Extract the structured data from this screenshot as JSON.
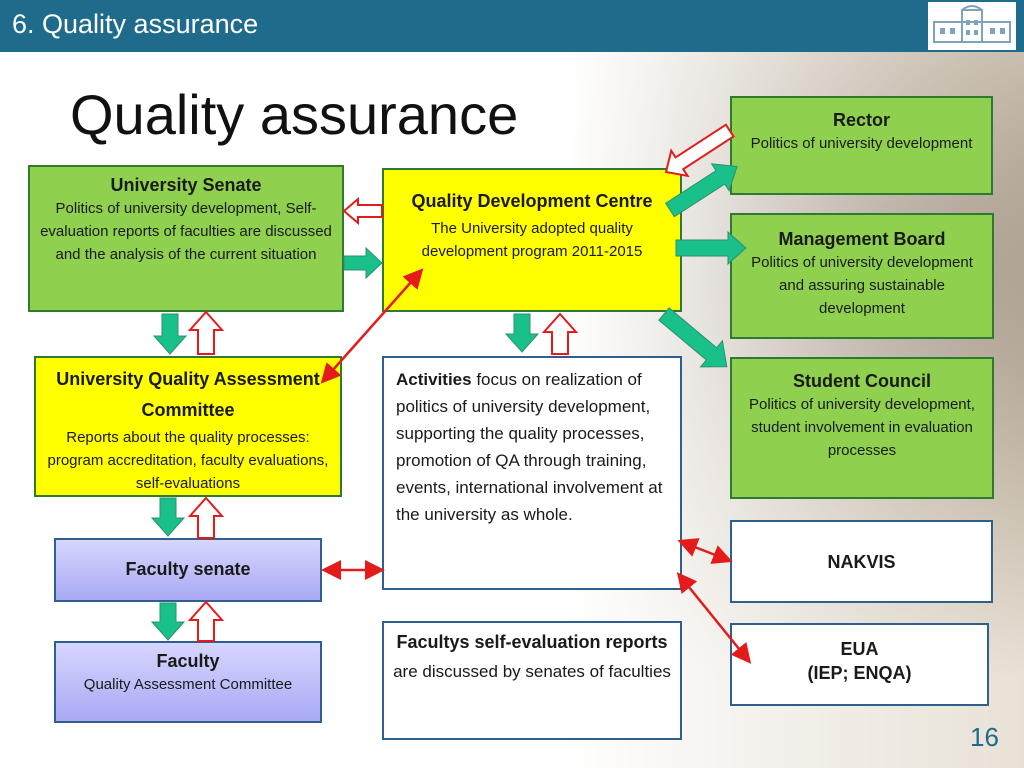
{
  "header": {
    "title": "6. Quality assurance"
  },
  "main_title": "Quality assurance",
  "nodes": {
    "senate": {
      "title": "University Senate",
      "body": "Politics of university development, Self-evaluation reports of faculties are discussed and the analysis of the current situation"
    },
    "qdc": {
      "title": "Quality Development Centre",
      "body": "The University adopted quality development program 2011-2015"
    },
    "rector": {
      "title": "Rector",
      "body": "Politics of university development"
    },
    "mgmt": {
      "title": "Management Board",
      "body": "Politics of university development and assuring sustainable development"
    },
    "student": {
      "title": "Student Council",
      "body": "Politics of university development, student involvement in evaluation processes"
    },
    "uqac": {
      "title": "University Quality Assessment Committee",
      "body": "Reports about the quality processes: program accreditation, faculty evaluations, self-evaluations"
    },
    "activities": {
      "title": "Activities",
      "body": " focus on realization of politics of university development, supporting the quality processes, promotion of QA through training, events, international involvement at the university as whole."
    },
    "faculty_senate": {
      "title": "Faculty senate"
    },
    "nakvis": {
      "title": "NAKVIS"
    },
    "faculty": {
      "title": "Faculty",
      "body": "Quality Assessment Committee"
    },
    "reports": {
      "title": "Facultys self-evaluation reports",
      "body": "are discussed by senates of faculties"
    },
    "eua": {
      "title": "EUA",
      "body": "(IEP; ENQA)"
    }
  },
  "page_number": "16",
  "colors": {
    "header": "#1f6b8c",
    "green_box": "#8fd14f",
    "yellow_box": "#ffff00",
    "arrow_green": "#19c08a",
    "arrow_red": "#e31b1b"
  }
}
